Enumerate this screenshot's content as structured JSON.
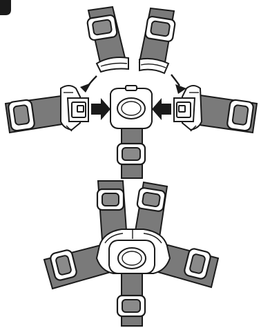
{
  "diagram": {
    "step_badge_color": "#1a1a1a",
    "strap_color": "#7a7a7a",
    "outline_color": "#1a1a1a",
    "icons": [
      "step-badge",
      "shoulder-strap-left",
      "shoulder-strap-right",
      "waist-strap-left",
      "waist-strap-right",
      "crotch-strap",
      "buckle",
      "insert-arrow",
      "curved-arrow"
    ]
  }
}
